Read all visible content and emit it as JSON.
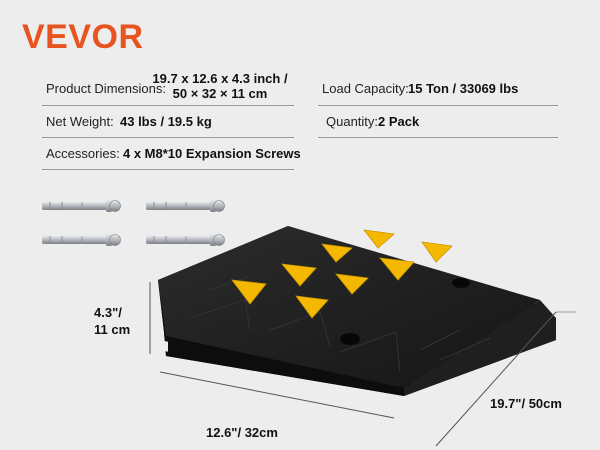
{
  "brand": {
    "name": "VEVOR",
    "color": "#e8541f"
  },
  "specs": {
    "product_dimensions": {
      "label": "Product Dimensions:",
      "value_line1": "19.7 x 12.6 x 4.3 inch /",
      "value_line2": "50 × 32 × 11 cm"
    },
    "net_weight": {
      "label": "Net Weight:",
      "value": "43 lbs / 19.5 kg"
    },
    "accessories": {
      "label": "Accessories:",
      "value": "4 x M8*10 Expansion Screws"
    },
    "load_capacity": {
      "label": "Load Capacity:",
      "value": "15 Ton / 33069 lbs"
    },
    "quantity": {
      "label": "Quantity:",
      "value": "2 Pack"
    }
  },
  "dimensions": {
    "height_line1": "4.3\"/",
    "height_line2": "11 cm",
    "width": "12.6\"/ 32cm",
    "length": "19.7\"/ 50cm"
  },
  "colors": {
    "ramp": "#1c1c1c",
    "reflector": "#f5b800",
    "bolt": "#b8bcc0"
  },
  "icons": {
    "bolt": "expansion-screw-icon",
    "ramp": "speed-bump-ramp-image"
  }
}
